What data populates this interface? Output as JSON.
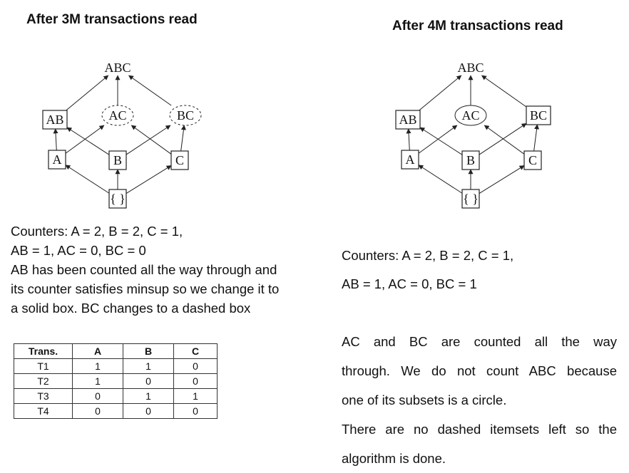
{
  "left": {
    "heading": "After 3M transactions read",
    "counters_line1": "Counters: A = 2, B = 2, C = 1,",
    "counters_line2": "AB = 1, AC = 0, BC = 0",
    "explain_line1": "AB has been counted all the way through and",
    "explain_line2": "its counter satisfies minsup so we change it to",
    "explain_line3": "a solid box. BC changes to a dashed box"
  },
  "right": {
    "heading": "After 4M transactions read",
    "counters_line1": "Counters: A = 2, B = 2, C = 1,",
    "counters_line2": "AB = 1, AC = 0, BC = 1",
    "text_line1": "AC and BC are counted all the way",
    "text_line2": "through. We do not count ABC because",
    "text_line3": "one of its subsets is a circle.",
    "text_line4": "There are no dashed itemsets left so the",
    "text_line5": "algorithm is done."
  },
  "diagram_left": {
    "nodes": {
      "ABC": {
        "label": "ABC",
        "style": "plain"
      },
      "AB": {
        "label": "AB",
        "style": "solid-box"
      },
      "AC": {
        "label": "AC",
        "style": "dashed-circle"
      },
      "BC": {
        "label": "BC",
        "style": "dashed-circle"
      },
      "A": {
        "label": "A",
        "style": "solid-box"
      },
      "B": {
        "label": "B",
        "style": "solid-box"
      },
      "C": {
        "label": "C",
        "style": "solid-box"
      },
      "empty": {
        "label": "{ }",
        "style": "solid-box"
      }
    }
  },
  "diagram_right": {
    "nodes": {
      "ABC": {
        "label": "ABC",
        "style": "plain"
      },
      "AB": {
        "label": "AB",
        "style": "solid-box"
      },
      "AC": {
        "label": "AC",
        "style": "solid-circle"
      },
      "BC": {
        "label": "BC",
        "style": "solid-box"
      },
      "A": {
        "label": "A",
        "style": "solid-box"
      },
      "B": {
        "label": "B",
        "style": "solid-box"
      },
      "C": {
        "label": "C",
        "style": "solid-box"
      },
      "empty": {
        "label": "{ }",
        "style": "solid-box"
      }
    }
  },
  "table": {
    "headers": [
      "Trans.",
      "A",
      "B",
      "C"
    ],
    "rows": [
      [
        "T1",
        "1",
        "1",
        "0"
      ],
      [
        "T2",
        "1",
        "0",
        "0"
      ],
      [
        "T3",
        "0",
        "1",
        "1"
      ],
      [
        "T4",
        "0",
        "0",
        "0"
      ]
    ]
  }
}
